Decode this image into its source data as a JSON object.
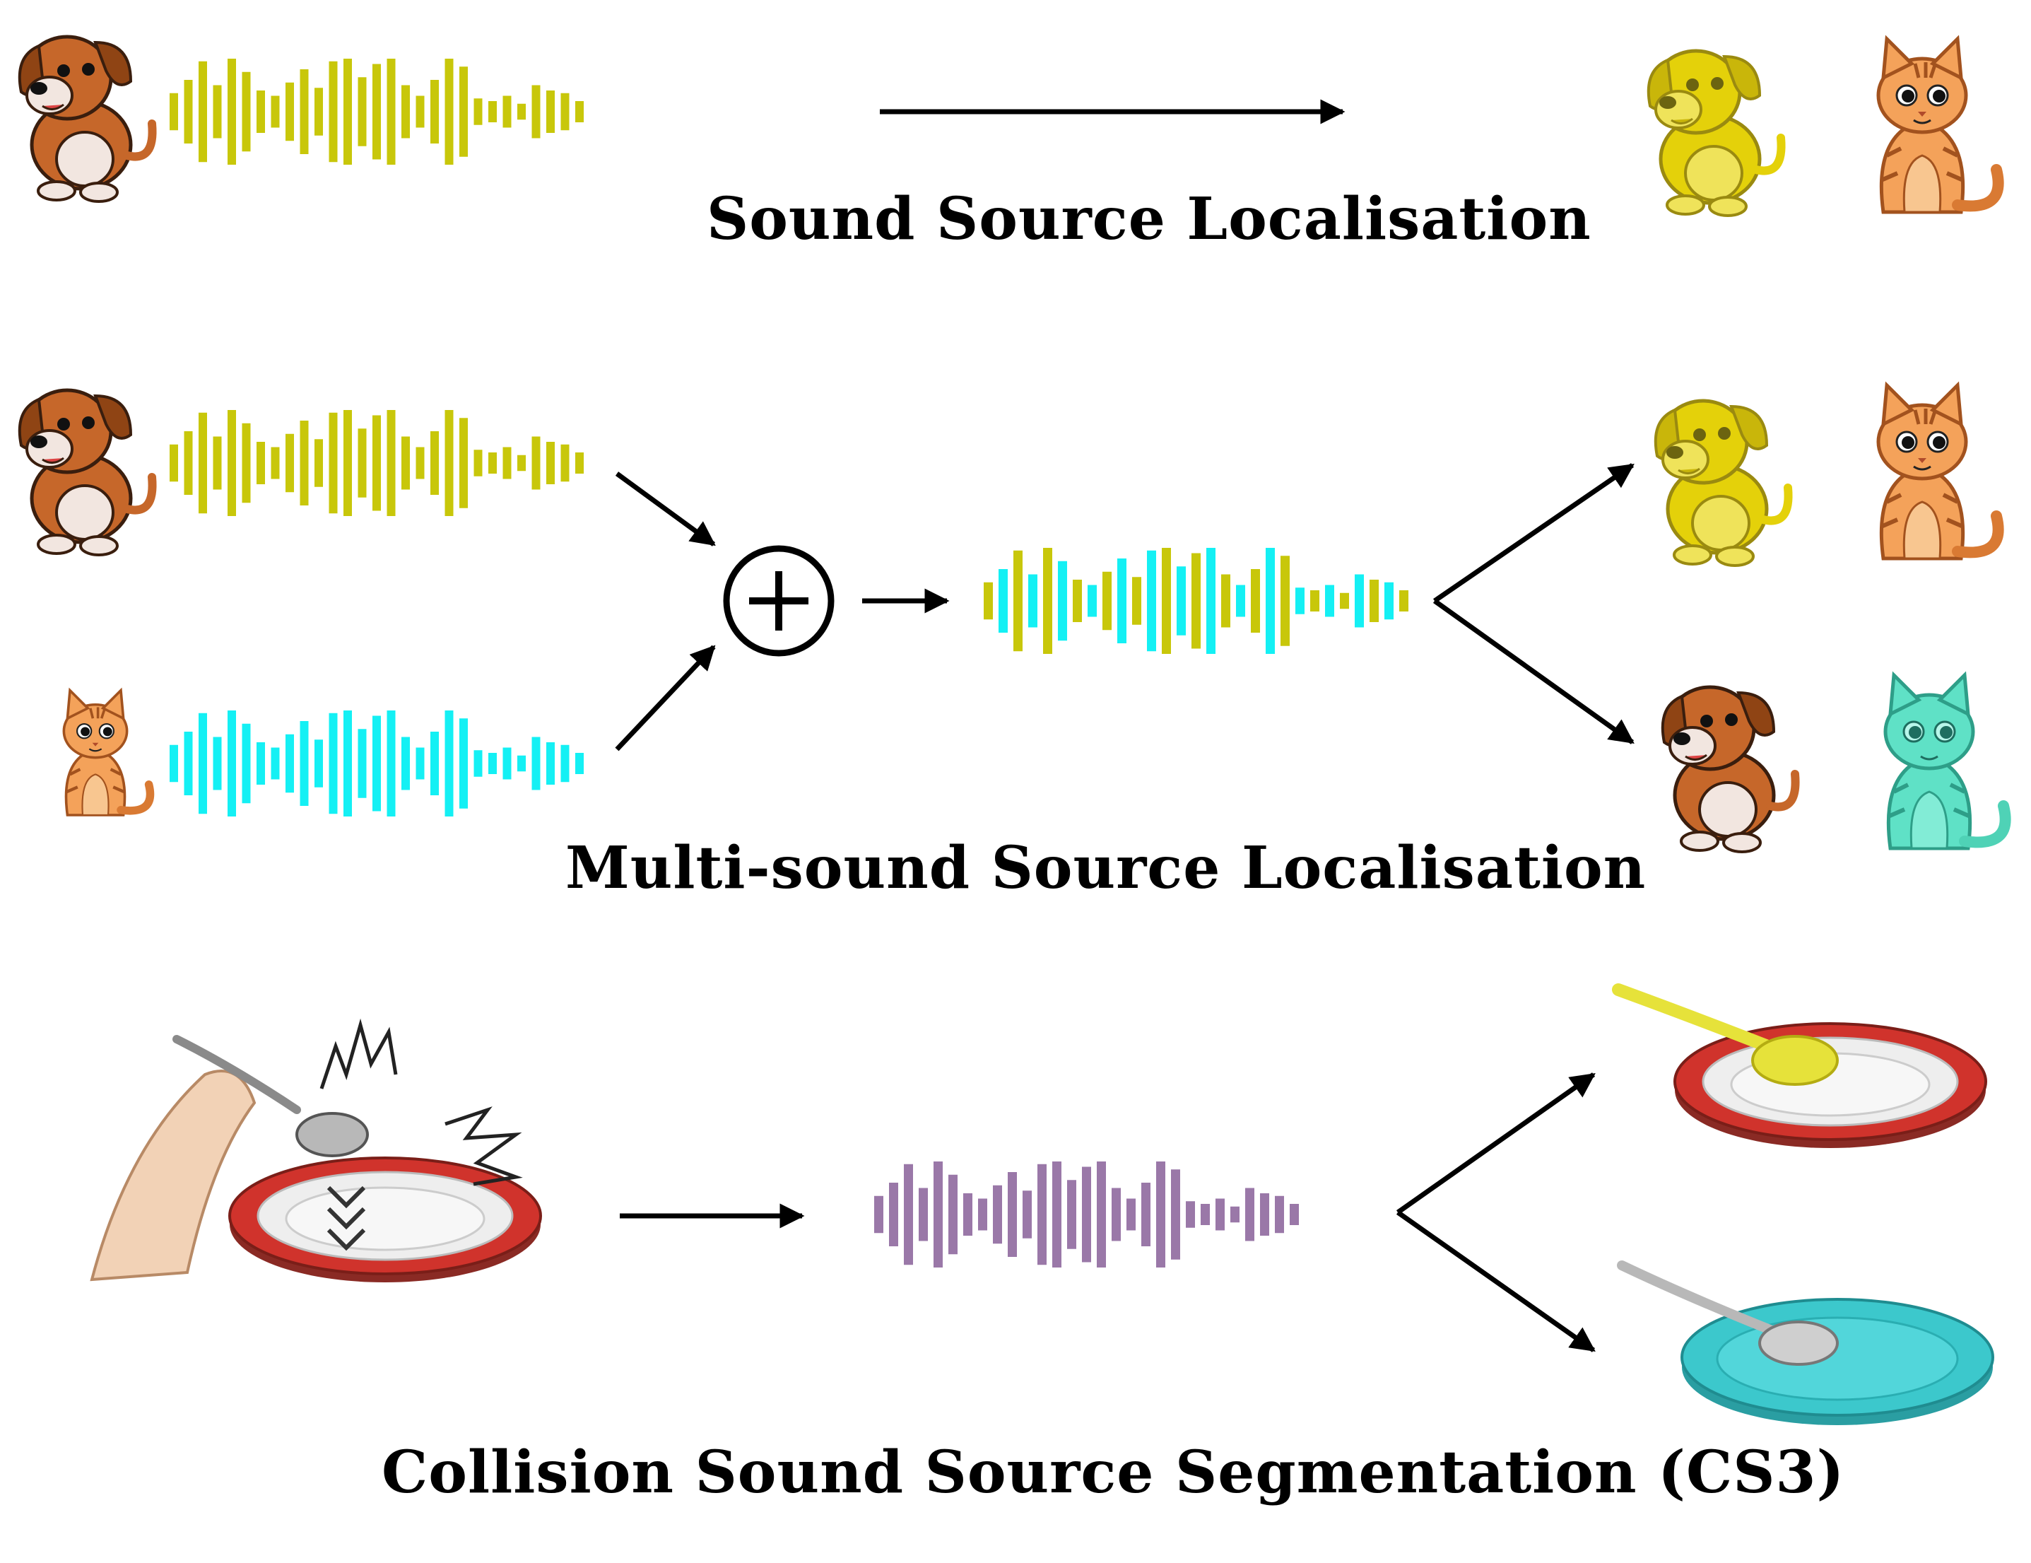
{
  "captions": {
    "ssl": "Sound Source Localisation",
    "mssl": "Multi-sound Source Localisation",
    "cs3": "Collision Sound Source Segmentation (CS3)"
  },
  "colors": {
    "dog_wave": "#c8c70a",
    "cat_wave": "#14f0f4",
    "collision_wave": "#9a78a8",
    "dog_highlight": "#e4d10a",
    "cat_highlight": "#5fe1c6",
    "plate_rim": "#d0332c",
    "plate_highlight": "#3cc8cc",
    "spoon_highlight": "#e6e23a"
  },
  "icons": {
    "dog": "dog-icon",
    "cat": "cat-icon",
    "plate": "plate-icon",
    "spoon": "spoon-icon",
    "hand": "hand-icon",
    "sum": "plus-circle-icon"
  }
}
